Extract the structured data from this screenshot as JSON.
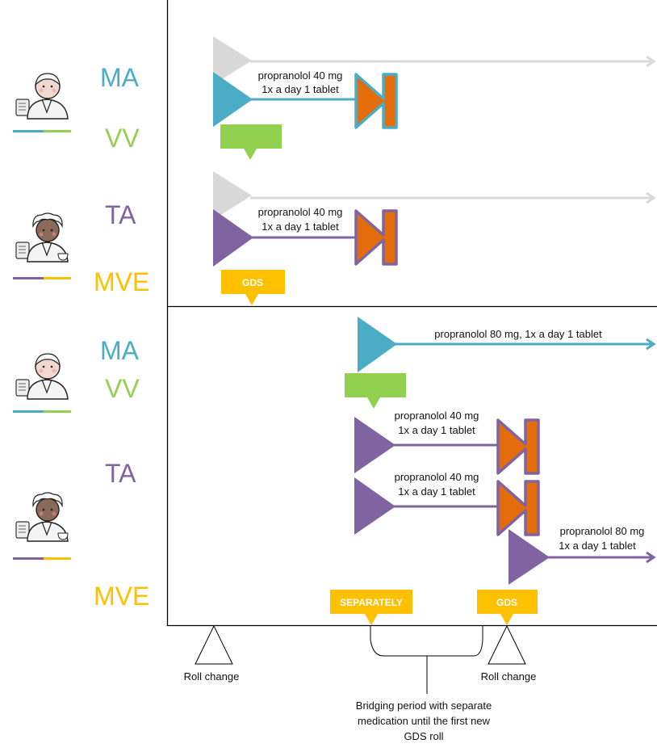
{
  "colors": {
    "MA": "#4bacc6",
    "VV": "#92d050",
    "TA": "#8064a2",
    "MVE": "#ffc000",
    "stop_fill": "#e46c0a",
    "previous": "#d9d9d9",
    "axis": "#000000"
  },
  "panel_top": {
    "group_1": {
      "roles": [
        "MA",
        "VV"
      ],
      "avatar": "doctor-avatar"
    },
    "group_2": {
      "roles": [
        "TA",
        "MVE"
      ],
      "avatar": "pharmacist-avatar"
    },
    "ma_prescription": {
      "line1": "propranolol 40 mg",
      "line2": "1x a day 1 tablet"
    },
    "ta_prescription": {
      "line1": "propranolol 40 mg",
      "line2": "1x a day 1 tablet"
    },
    "vv_tag": "",
    "mve_tag": "GDS"
  },
  "panel_bottom": {
    "group_1": {
      "roles": [
        "MA",
        "VV"
      ],
      "avatar": "doctor-avatar"
    },
    "group_2": {
      "roles": [
        "TA",
        "MVE"
      ],
      "avatar": "pharmacist-avatar"
    },
    "ma_prescription": {
      "text": "propranolol 80 mg, 1x a day 1 tablet"
    },
    "ta_prescription_1": {
      "line1": "propranolol 40 mg",
      "line2": "1x a day 1 tablet"
    },
    "ta_prescription_2": {
      "line1": "propranolol 40 mg",
      "line2": "1x a day 1 tablet"
    },
    "ta_prescription_3": {
      "line1": "propranolol 80 mg",
      "line2": "1x a day 1 tablet"
    },
    "vv_tag": "",
    "mve_tag_separately": "SEPARATELY",
    "mve_tag_gds": "GDS"
  },
  "timeline": {
    "roll_change_1": "Roll change",
    "roll_change_2": "Roll change",
    "bridging_note": [
      "Bridging period with separate",
      "medication until the first new",
      "GDS roll"
    ]
  }
}
